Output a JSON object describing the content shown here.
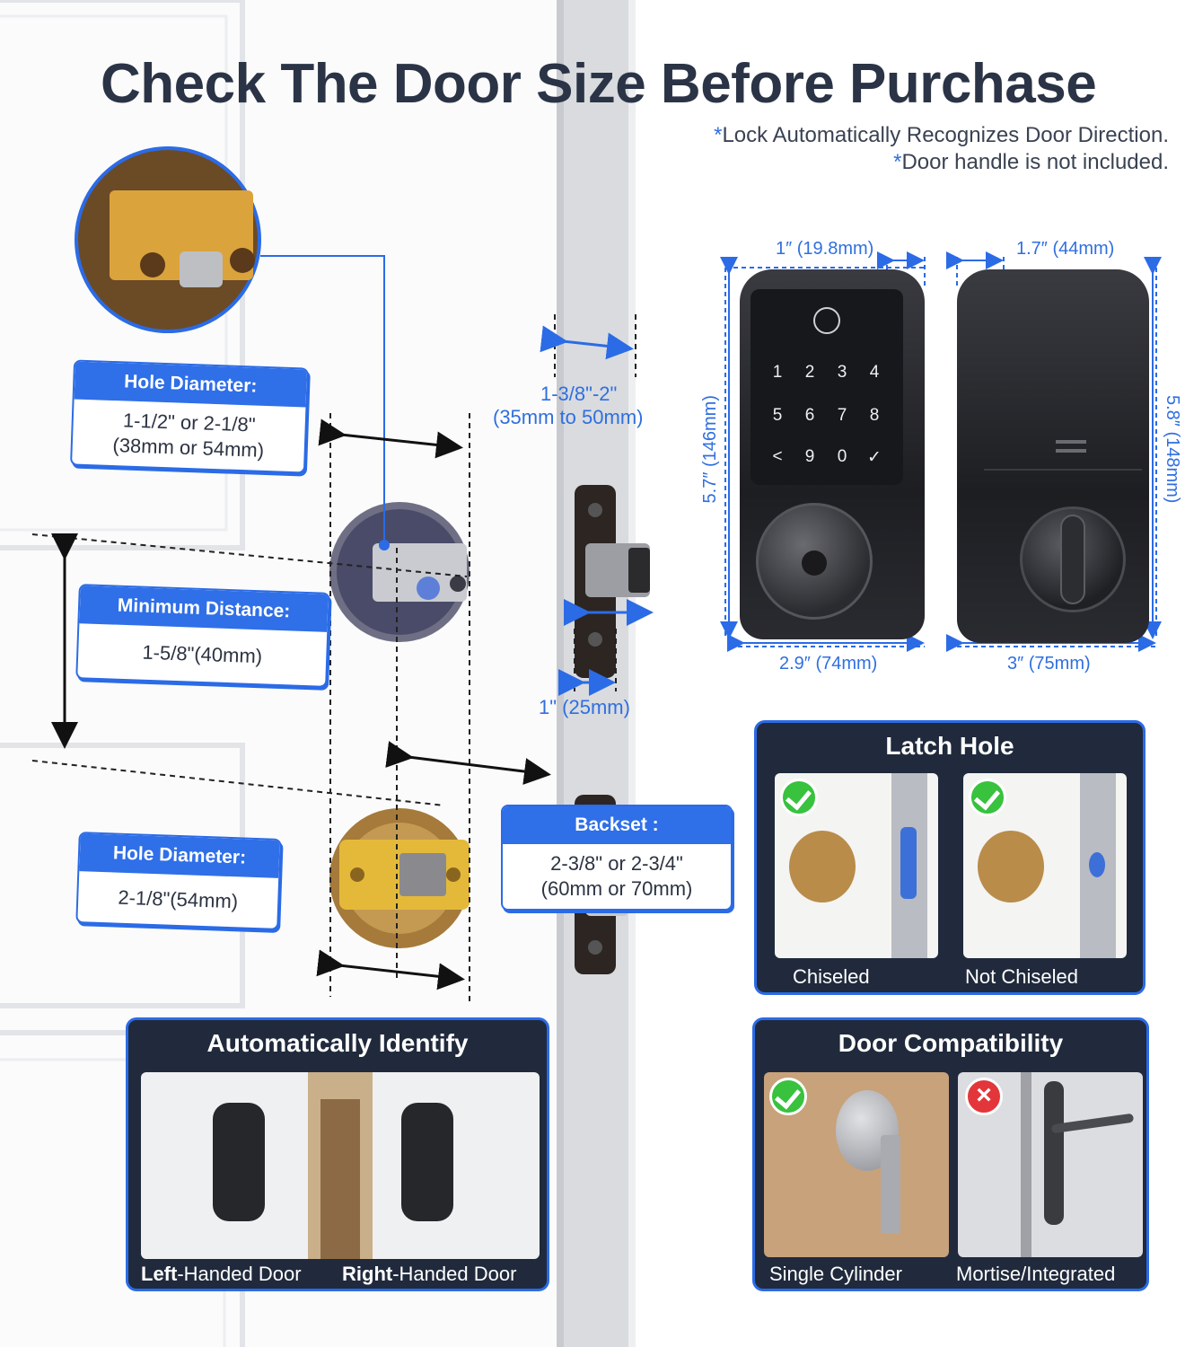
{
  "title": "Check The Door Size Before Purchase",
  "notes": {
    "line1": "Lock Automatically Recognizes Door Direction.",
    "line2": "Door handle is not included.",
    "star": "*"
  },
  "specs": {
    "hole_top": {
      "header": "Hole Diameter:",
      "line1": "1-1/2\" or 2-1/8\"",
      "line2": "(38mm or 54mm)"
    },
    "min_distance": {
      "header": "Minimum Distance:",
      "value": "1-5/8\"(40mm)"
    },
    "hole_bottom": {
      "header": "Hole Diameter:",
      "value": "2-1/8\"(54mm)"
    },
    "backset": {
      "header": "Backset :",
      "line1": "2-3/8\" or 2-3/4\"",
      "line2": "(60mm or 70mm)"
    }
  },
  "door_dims": {
    "thickness_1": "1-3/8\"-2\"",
    "thickness_2": "(35mm to 50mm)",
    "latch_width": "1\" (25mm)"
  },
  "lock_dims": {
    "front_depth": "1″ (19.8mm)",
    "back_depth": "1.7″ (44mm)",
    "front_height": "5.7″ (146mm)",
    "back_height": "5.8″ (148mm)",
    "front_width": "2.9″ (74mm)",
    "back_width": "3″ (75mm)"
  },
  "keypad": {
    "row1": [
      "1",
      "2",
      "3",
      "4"
    ],
    "row2": [
      "5",
      "6",
      "7",
      "8"
    ],
    "row3": [
      "<",
      "9",
      "0",
      "✓"
    ]
  },
  "latch_hole": {
    "title": "Latch Hole",
    "left_label": "Chiseled",
    "right_label": "Not Chiseled"
  },
  "auto_identify": {
    "title": "Automatically Identify",
    "left_bold": "Left",
    "left_rest": "-Handed Door",
    "right_bold": "Right",
    "right_rest": "-Handed Door"
  },
  "door_compat": {
    "title": "Door Compatibility",
    "left_label": "Single Cylinder",
    "right_label": "Mortise/Integrated"
  },
  "colors": {
    "accent": "#2f6fe8",
    "panel": "#202a3c",
    "ok": "#38c23e",
    "bad": "#e3363a"
  }
}
